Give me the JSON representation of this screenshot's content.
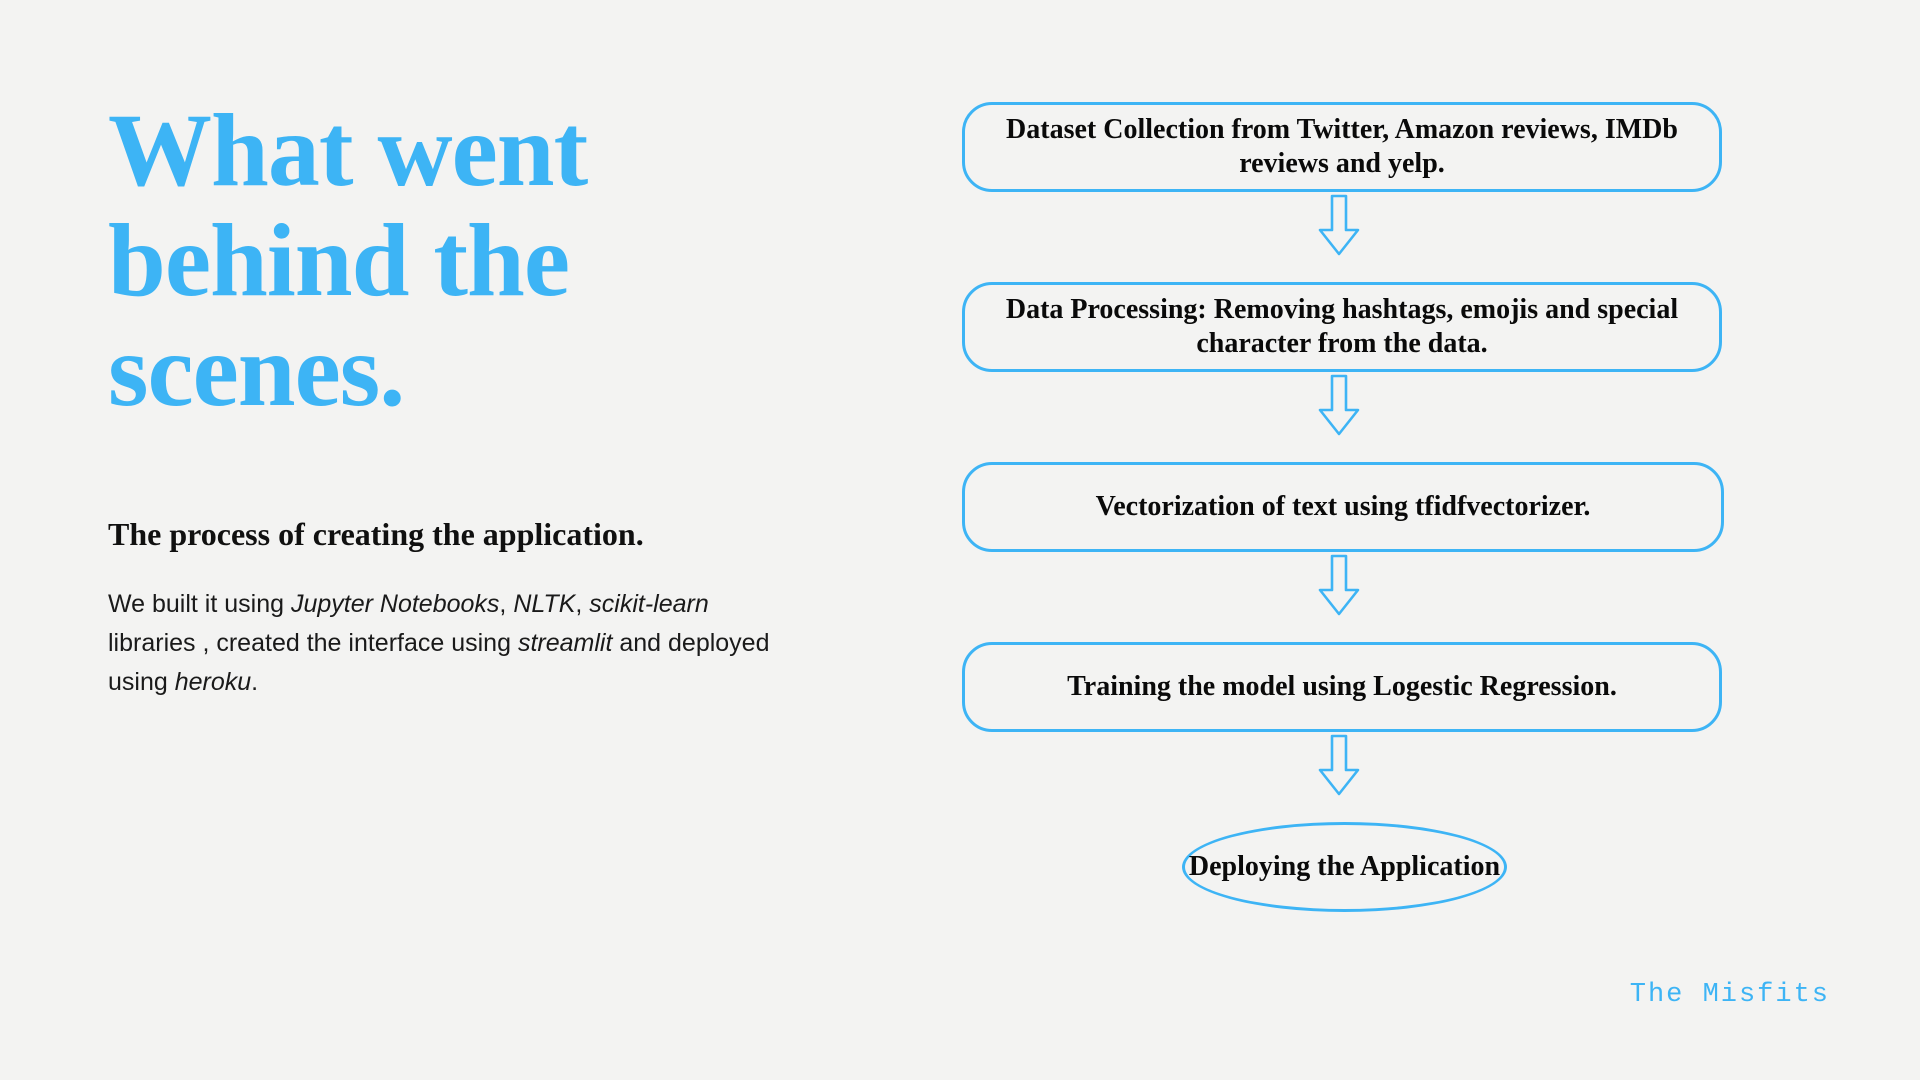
{
  "theme": {
    "background": "#f3f3f2",
    "accent_blue": "#3db4f5",
    "text_black": "#0a0a0a"
  },
  "left": {
    "headline": "What went behind the scenes.",
    "subtitle": "The process of creating the application.",
    "body": {
      "seg_1": "We built it using ",
      "em_1": "Jupyter Notebooks",
      "seg_2": ", ",
      "em_2": "NLTK",
      "seg_3": ", ",
      "em_3": "scikit-learn",
      "seg_4": " libraries , created the interface using ",
      "em_4": "streamlit",
      "seg_5": " and deployed using ",
      "em_5": "heroku",
      "seg_6": "."
    }
  },
  "flowchart": {
    "type": "diagram",
    "orientation": "vertical",
    "connector": "hollow-block-arrow-down",
    "nodes": [
      {
        "id": "n1",
        "shape": "rounded-rect",
        "label": "Dataset Collection from Twitter, Amazon reviews, IMDb reviews and yelp."
      },
      {
        "id": "n2",
        "shape": "rounded-rect",
        "label": "Data Processing: Removing hashtags, emojis and special character from the data."
      },
      {
        "id": "n3",
        "shape": "rounded-rect",
        "label": "Vectorization of text using tfidfvectorizer."
      },
      {
        "id": "n4",
        "shape": "rounded-rect",
        "label": "Training the model using Logestic Regression."
      },
      {
        "id": "n5",
        "shape": "ellipse",
        "label": "Deploying the Application"
      }
    ],
    "edges": [
      {
        "from": "n1",
        "to": "n2"
      },
      {
        "from": "n2",
        "to": "n3"
      },
      {
        "from": "n3",
        "to": "n4"
      },
      {
        "from": "n4",
        "to": "n5"
      }
    ]
  },
  "footer": {
    "brand": "The Misfits"
  }
}
